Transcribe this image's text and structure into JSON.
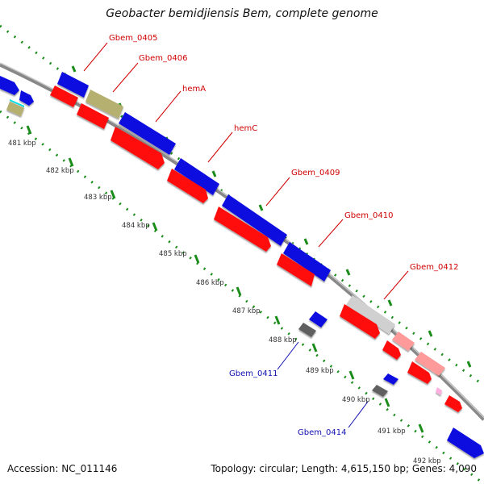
{
  "title": "Geobacter bemidjiensis Bem, complete genome",
  "footer": {
    "accession": "Accession: NC_011146",
    "summary": "Topology: circular; Length: 4,615,150 bp; Genes: 4,090"
  },
  "colors": {
    "forward_cds": "#1010e0",
    "forward_cds_dark": "#0000a0",
    "reverse_cds": "#ff1010",
    "reverse_cds_dark": "#b00000",
    "backbone": "#909090",
    "tick": "#1a8c1a",
    "label_top": "#d00000",
    "label_bottom": "#1010b0"
  },
  "kbp_labels": [
    "481 kbp",
    "482 kbp",
    "483 kbp",
    "484 kbp",
    "485 kbp",
    "486 kbp",
    "487 kbp",
    "488 kbp",
    "489 kbp",
    "490 kbp",
    "491 kbp",
    "492 kbp"
  ],
  "gene_labels_top": [
    "Gbem_0405",
    "Gbem_0406",
    "hemA",
    "hemC",
    "Gbem_0409",
    "Gbem_0410",
    "Gbem_0412"
  ],
  "gene_labels_bottom": [
    "Gbem_0411",
    "Gbem_0414"
  ]
}
